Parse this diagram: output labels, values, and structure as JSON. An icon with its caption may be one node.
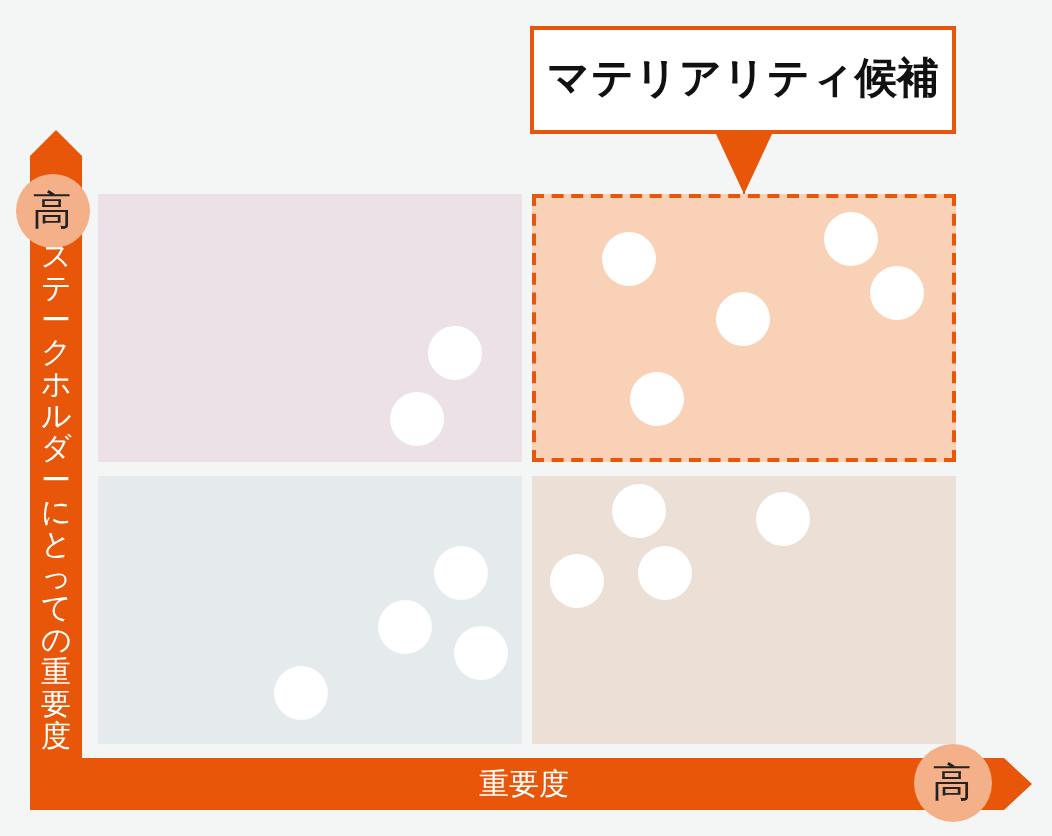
{
  "diagram": {
    "nodes": [
      {
        "text": [
          "マテリアリティ候補"
        ]
      },
      {
        "text": [],
        "shape": "box"
      },
      {
        "text": [],
        "shape": "box"
      },
      {
        "text": [],
        "shape": "box"
      },
      {
        "text": [],
        "shape": "box"
      },
      {
        "text": [],
        "shape": "circle",
        "in": 1
      },
      {
        "text": [],
        "shape": "circle",
        "in": 1
      },
      {
        "text": [],
        "shape": "circle",
        "in": 2
      },
      {
        "text": [],
        "shape": "circle",
        "in": 2
      },
      {
        "text": [],
        "shape": "circle",
        "in": 2
      },
      {
        "text": [],
        "shape": "circle",
        "in": 2
      },
      {
        "text": [],
        "shape": "circle",
        "in": 2
      },
      {
        "text": [],
        "shape": "circle",
        "in": 3
      },
      {
        "text": [],
        "shape": "circle",
        "in": 3
      },
      {
        "text": [],
        "shape": "circle",
        "in": 3
      },
      {
        "text": [],
        "shape": "circle",
        "in": 3
      },
      {
        "text": [],
        "shape": "circle",
        "in": 4
      },
      {
        "text": [],
        "shape": "circle",
        "in": 4
      },
      {
        "text": [],
        "shape": "circle",
        "in": 4
      },
      {
        "text": [],
        "shape": "circle",
        "in": 4
      },
      {
        "text": [
          "高"
        ]
      },
      {
        "text": [
          "高"
        ]
      }
    ],
    "edges": [
      {
        "from": 0,
        "to": 2,
        "arrow": "to"
      }
    ],
    "labels": [
      "ステークホルダーにとっての重要度",
      "重要度"
    ]
  }
}
